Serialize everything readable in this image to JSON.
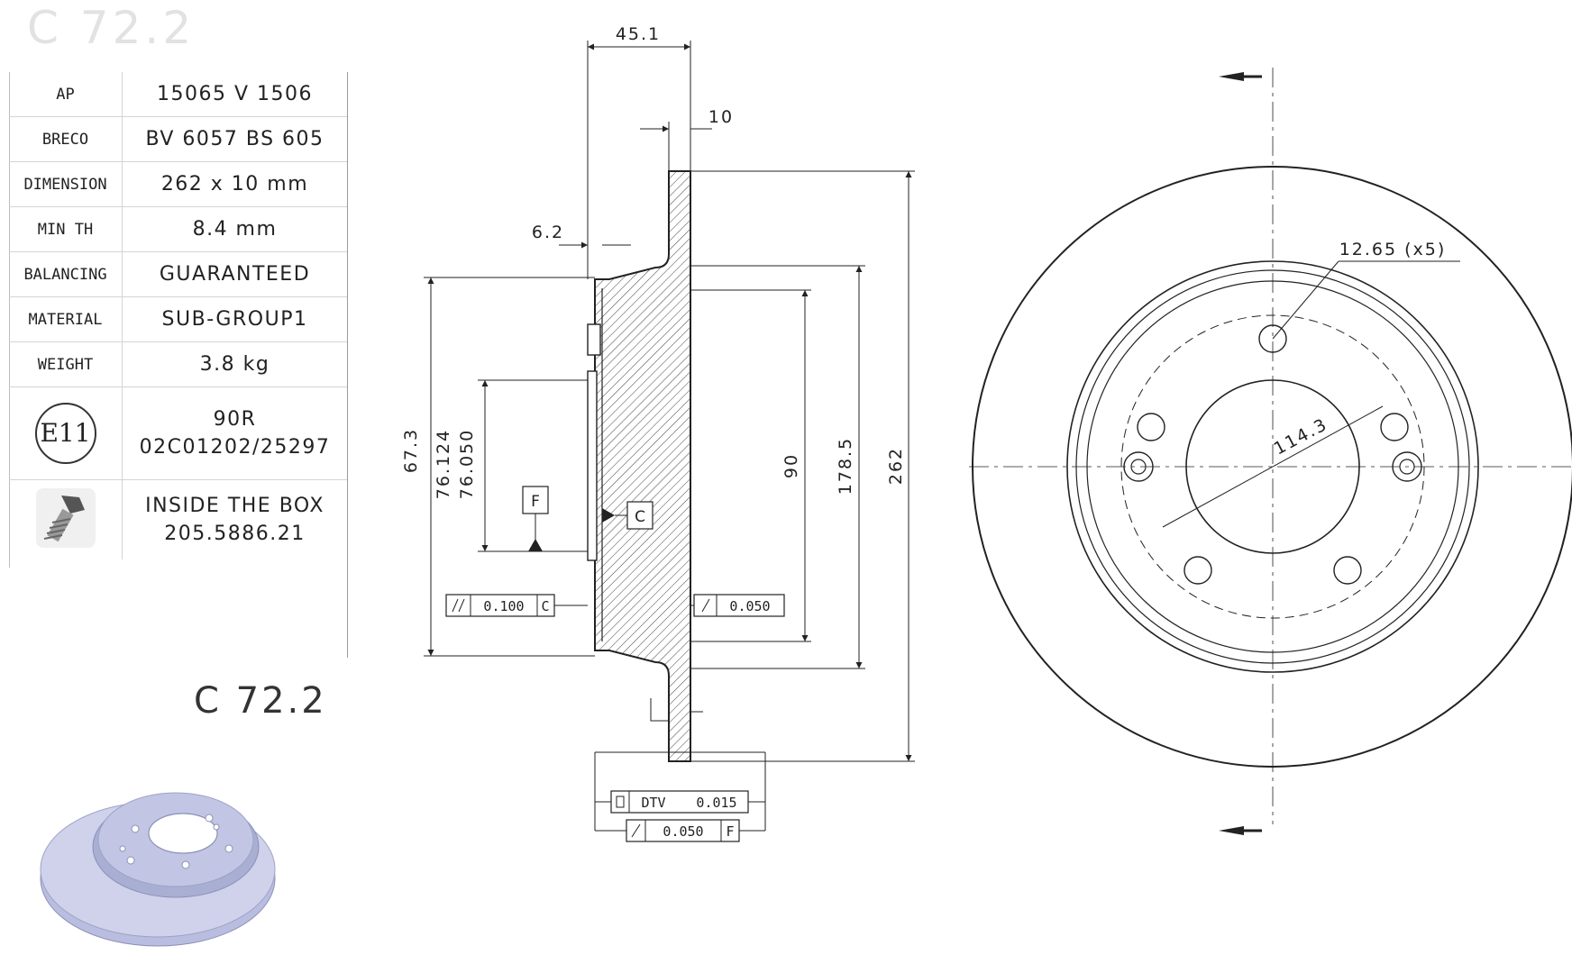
{
  "header": {
    "code": "C  72.2"
  },
  "footer": {
    "code": "C  72.2"
  },
  "spec_table": {
    "rows": [
      {
        "label": "AP",
        "value": "15065  V  1506"
      },
      {
        "label": "BRECO",
        "value": "BV  6057  BS  605"
      },
      {
        "label": "DIMENSION",
        "value": "262  x  10  mm"
      },
      {
        "label": "MIN TH",
        "value": "8.4  mm"
      },
      {
        "label": "BALANCING",
        "value": "GUARANTEED"
      },
      {
        "label": "MATERIAL",
        "value": "SUB-GROUP1"
      },
      {
        "label": "WEIGHT",
        "value": "3.8  kg"
      }
    ],
    "approval": {
      "badge": "E11",
      "line1": "90R",
      "line2": "02C01202/25297"
    },
    "accessory": {
      "icon": "screw-icon",
      "line1": "INSIDE  THE  BOX",
      "line2": "205.5886.21"
    }
  },
  "section_view": {
    "dim_total_depth": "45.1",
    "dim_disc_thickness": "10",
    "dim_hat_wall": "6.2",
    "dim_hat_height": "67.3",
    "dim_center_bore_max": "76.124",
    "dim_center_bore_min": "76.050",
    "dim_hidden_diameter": "90",
    "dim_friction_inner": "178.5",
    "dim_outer_diameter": "262",
    "datum_f": "F",
    "datum_c": "C",
    "tol_parallelism_value": "0.100",
    "tol_parallelism_ref": "C",
    "tol_flatness_value": "0.050",
    "tol_dtv_label": "DTV",
    "tol_dtv_value": "0.015",
    "tol_runout_value": "0.050",
    "tol_runout_ref": "F"
  },
  "front_view": {
    "dim_bolt_holes": "12.65 (x5)",
    "dim_pcd": "114.3"
  },
  "colors": {
    "line": "#222222",
    "thumbnail_fill": "#cfd2ea",
    "thumbnail_shade": "#a9aed3"
  }
}
